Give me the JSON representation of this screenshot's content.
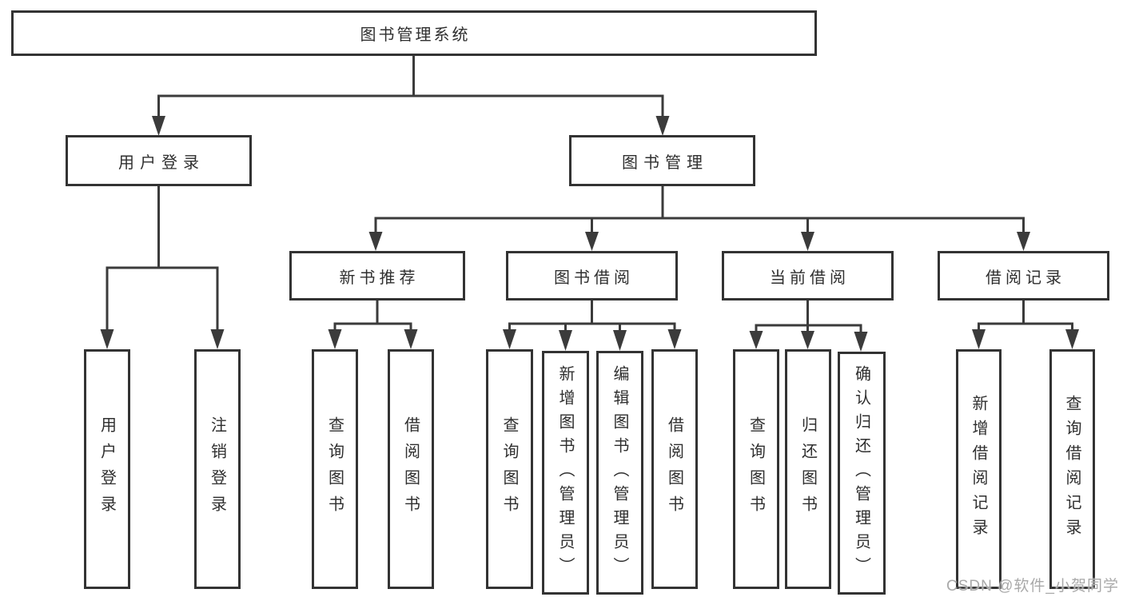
{
  "diagram": {
    "title": "图书管理系统",
    "level2": {
      "user_login": "用户登录",
      "book_management": "图书管理"
    },
    "level3": {
      "new_book_recommend": "新书推荐",
      "book_borrowing": "图书借阅",
      "current_borrowing": "当前借阅",
      "borrowing_records": "借阅记录"
    },
    "leaves": {
      "user_login": "用户登录",
      "logout": "注销登录",
      "rec_query_books": "查询图书",
      "rec_borrow_books": "借阅图书",
      "bb_query_books": "查询图书",
      "bb_add_books_admin": "新增图书（管理员）",
      "bb_edit_books_admin": "编辑图书（管理员）",
      "bb_borrow_books": "借阅图书",
      "cb_query_books": "查询图书",
      "cb_return_books": "归还图书",
      "cb_confirm_return_admin": "确认归还（管理员）",
      "br_add_record": "新增借阅记录",
      "br_query_record": "查询借阅记录"
    }
  },
  "watermark": {
    "text": "CSDN @软件_小贺同学"
  },
  "colors": {
    "line": "#3b3b3b",
    "box_border": "#333333",
    "text": "#2f2f2f",
    "watermark": "#a9a9a9",
    "background": "#ffffff"
  }
}
